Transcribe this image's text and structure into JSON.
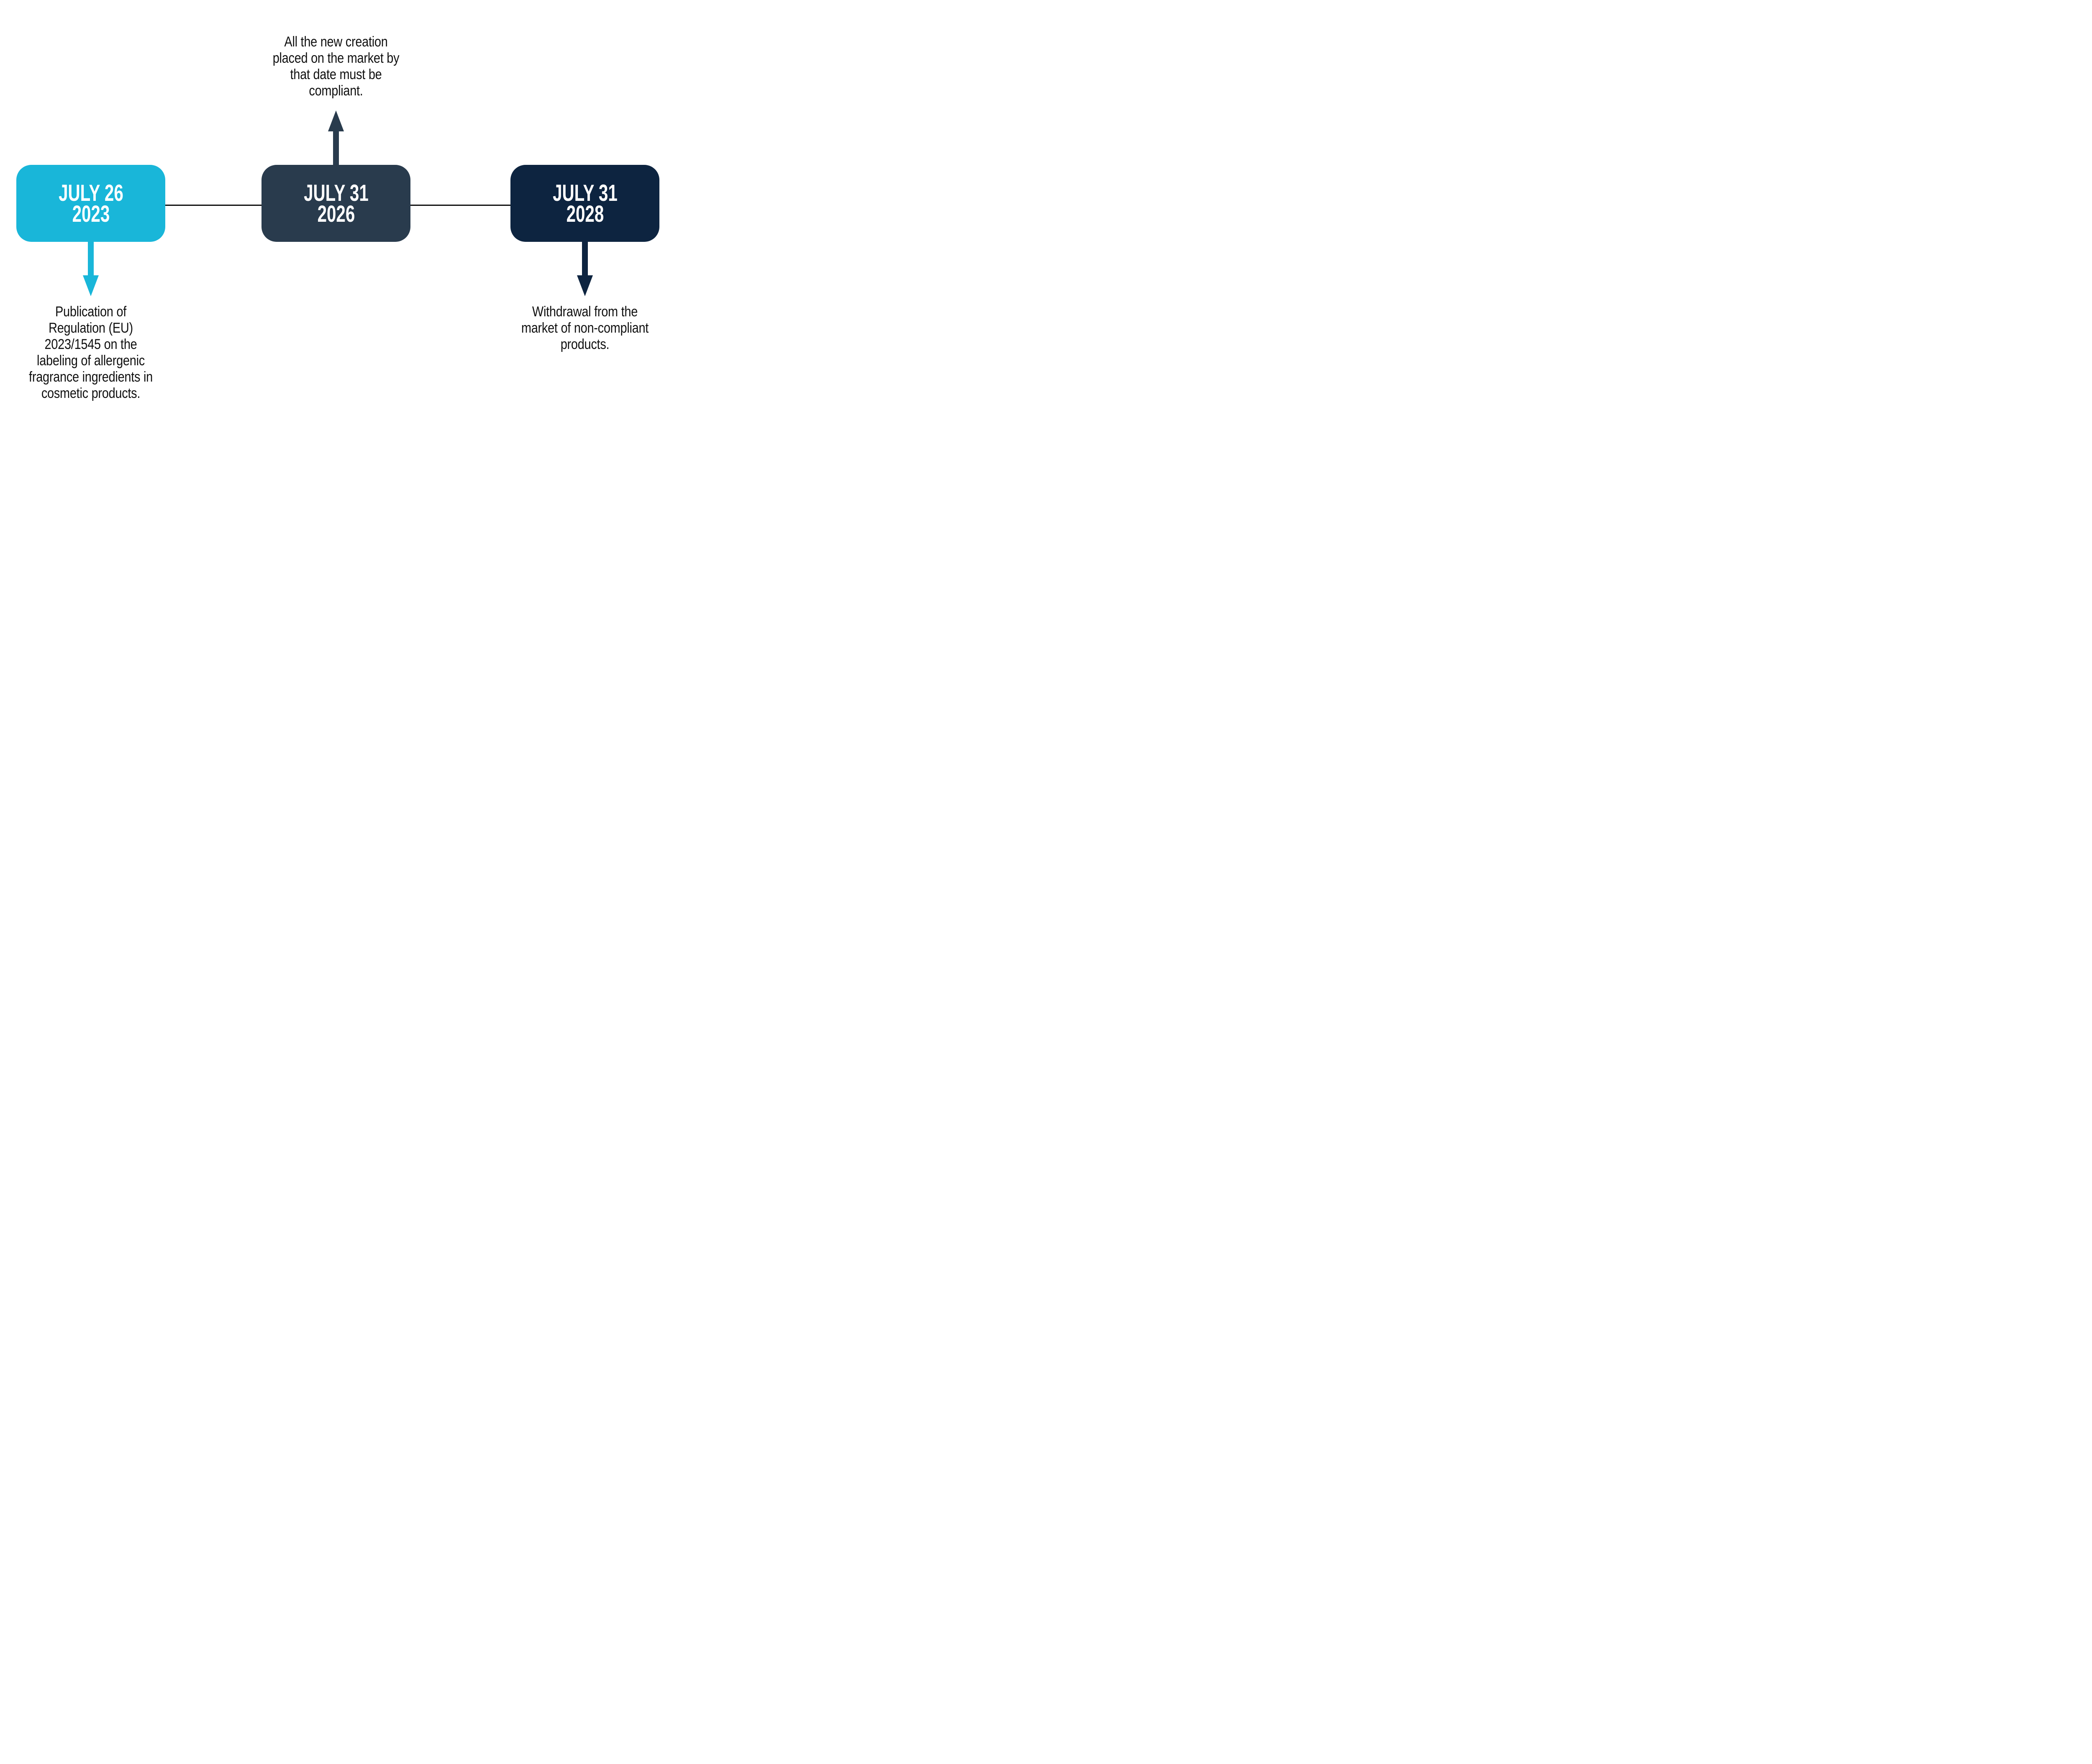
{
  "canvas": {
    "background": "#ffffff"
  },
  "timeline": {
    "connector_color": "#101010",
    "caption_text_color": "#101010",
    "date_text_color": "#ffffff",
    "milestones": [
      {
        "id": "july-26-2023",
        "date_line1": "JULY 26",
        "date_line2": "2023",
        "box_color": "#19b6d9",
        "arrow_color": "#19b6d9",
        "arrow_direction": "down",
        "description_lines": [
          "Publication of",
          "Regulation (EU)",
          "2023/1545 on the",
          "labeling of allergenic",
          "fragrance ingredients in",
          "cosmetic products."
        ]
      },
      {
        "id": "july-31-2026",
        "date_line1": "JULY 31",
        "date_line2": "2026",
        "box_color": "#293b4d",
        "arrow_color": "#293b4d",
        "arrow_direction": "up",
        "description_lines": [
          "All the new creation",
          "placed on the market by",
          "that date must be",
          "compliant."
        ]
      },
      {
        "id": "july-31-2028",
        "date_line1": "JULY 31",
        "date_line2": "2028",
        "box_color": "#0d2440",
        "arrow_color": "#0d2440",
        "arrow_direction": "down",
        "description_lines": [
          "Withdrawal from the",
          "market of non-compliant",
          "products."
        ]
      }
    ]
  }
}
